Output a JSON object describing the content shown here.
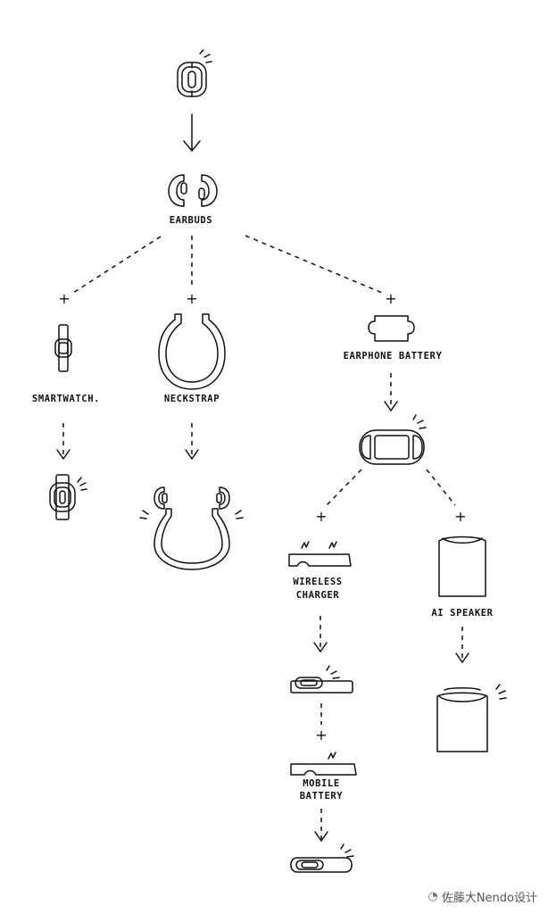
{
  "labels": {
    "earbuds": "EARBUDS",
    "smartwatch": "SMARTWATCH.",
    "neckstrap": "NECKSTRAP",
    "earphone_battery": "EARPHONE BATTERY",
    "wireless_charger_line1": "WIRELESS",
    "wireless_charger_line2": "CHARGER",
    "ai_speaker": "AI SPEAKER",
    "mobile_battery_line1": "MOBILE",
    "mobile_battery_line2": "BATTERY"
  },
  "plus_sign": "+",
  "watermark": {
    "icon": "wechat-icon",
    "text": "佐藤大Nendo设计"
  }
}
